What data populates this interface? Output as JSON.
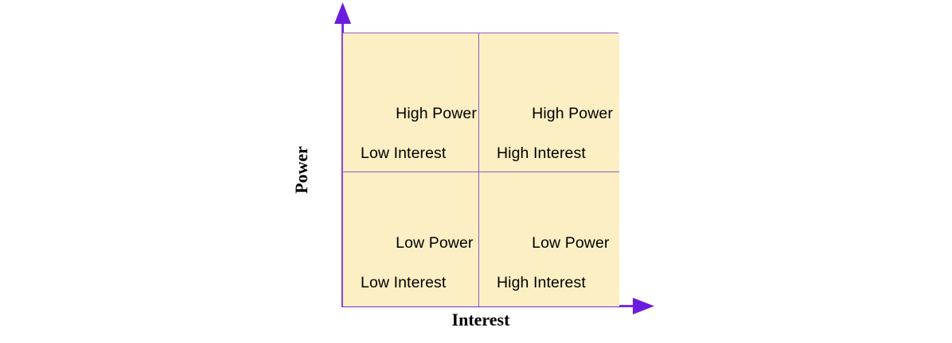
{
  "chart_data": {
    "type": "table",
    "title": "",
    "xlabel": "Interest",
    "ylabel": "Power",
    "grid": true,
    "legend": "none",
    "x_axis": {
      "label": "Interest",
      "direction": "increasing-right",
      "arrow": "right-arrow-icon",
      "low_end": "Low Interest",
      "high_end": "High Interest"
    },
    "y_axis": {
      "label": "Power",
      "direction": "increasing-up",
      "arrow": "up-arrow-icon",
      "low_end": "Low Power",
      "high_end": "High Power"
    },
    "categories": [
      "Low Interest",
      "High Interest"
    ],
    "rows": [
      "High Power",
      "Low Power"
    ],
    "cells": [
      [
        "High Power Low Interest",
        "High Power High Interest"
      ],
      [
        "Low Power Low Interest",
        "Low Power High Interest"
      ]
    ]
  },
  "matrix": {
    "quadrants": [
      {
        "id": "top-left",
        "line1": "High Power",
        "line2": "Low Interest",
        "power": "High",
        "interest": "Low"
      },
      {
        "id": "top-right",
        "line1": "High Power",
        "line2": "High Interest",
        "power": "High",
        "interest": "High"
      },
      {
        "id": "bottom-left",
        "line1": "Low Power",
        "line2": "Low Interest",
        "power": "Low",
        "interest": "Low"
      },
      {
        "id": "bottom-right",
        "line1": "Low Power",
        "line2": "High Interest",
        "power": "Low",
        "interest": "High"
      }
    ]
  },
  "axes": {
    "y_title": "Power",
    "x_title": "Interest"
  },
  "colors": {
    "background": "#ffffff",
    "quadrant_fill": "#fcefc3",
    "grid_line": "#8b5fbf",
    "axis_line": "#7a2be0",
    "text": "#000000"
  }
}
